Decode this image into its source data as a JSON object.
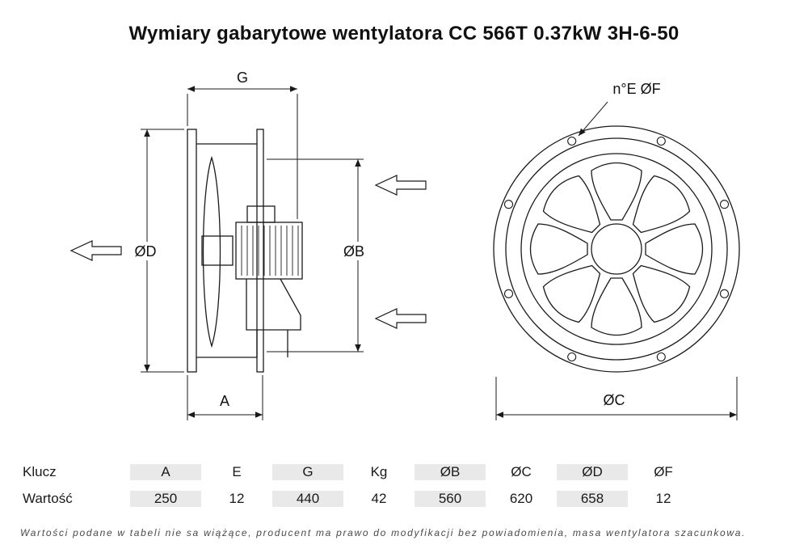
{
  "title": "Wymiary gabarytowe wentylatora CC 566T 0.37kW 3H-6-50",
  "drawing": {
    "side_view": {
      "dim_g_label": "G",
      "dim_d_label": "ØD",
      "dim_b_label": "ØB",
      "dim_a_label": "A"
    },
    "front_view": {
      "bolt_holes_label": "n°E  ØF",
      "dim_c_label": "ØC"
    }
  },
  "table": {
    "key_row_label": "Klucz",
    "value_row_label": "Wartość",
    "columns": [
      {
        "key": "A",
        "value": "250"
      },
      {
        "key": "E",
        "value": "12"
      },
      {
        "key": "G",
        "value": "440"
      },
      {
        "key": "Kg",
        "value": "42"
      },
      {
        "key": "ØB",
        "value": "560"
      },
      {
        "key": "ØC",
        "value": "620"
      },
      {
        "key": "ØD",
        "value": "658"
      },
      {
        "key": "ØF",
        "value": "12"
      }
    ]
  },
  "footer_note": "Wartości podane w tabeli nie sa wiążące, producent ma prawo do modyfikacji bez powiadomienia, masa wentylatora szacunkowa."
}
